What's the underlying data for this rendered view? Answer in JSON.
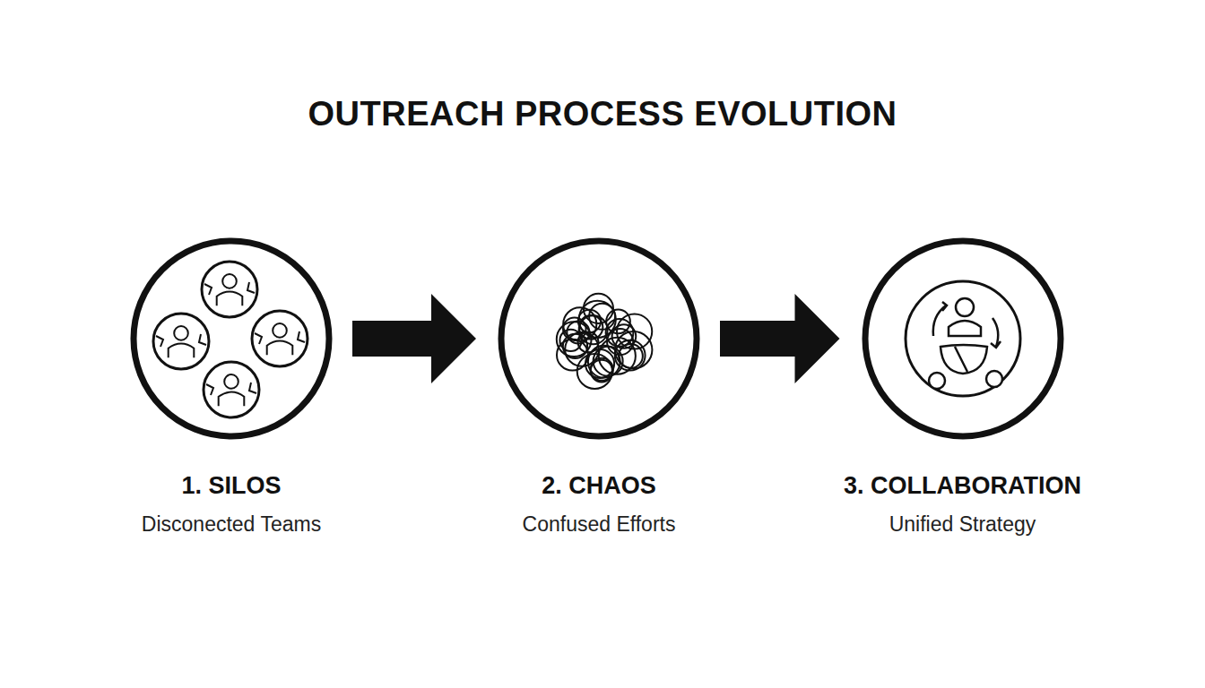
{
  "diagram": {
    "title": "OUTREACH PROCESS EVOLUTION",
    "nodes": [
      {
        "text": [
          "1. SILOS",
          "Disconected Teams"
        ]
      },
      {
        "text": [
          "2. CHAOS",
          "Confused Efforts"
        ]
      },
      {
        "text": [
          "3. COLLABORATION",
          "Unified Strategy"
        ]
      }
    ],
    "edges": [
      {
        "from": 0,
        "to": 1,
        "arrow": "to"
      },
      {
        "from": 1,
        "to": 2,
        "arrow": "to"
      }
    ]
  }
}
